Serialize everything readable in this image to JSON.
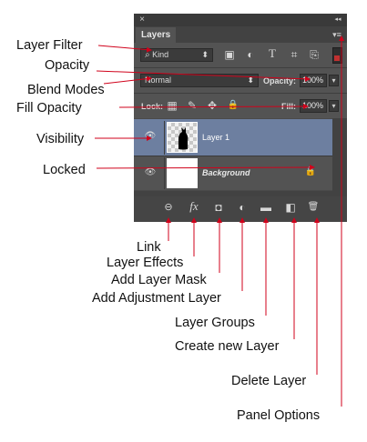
{
  "panel": {
    "close_glyph": "×",
    "collapse_glyph": "◂◂",
    "tab_label": "Layers",
    "menu_glyph": "▾≡",
    "filter": {
      "value": "Kind",
      "search_glyph": "⌕",
      "stepper_glyph": "⬍"
    },
    "filter_icons": [
      "▣",
      "◐",
      "T",
      "⌗",
      "⎘"
    ],
    "blend": {
      "value": "Normal",
      "stepper_glyph": "⬍"
    },
    "opacity": {
      "label": "Opacity:",
      "value": "100%",
      "arrow_glyph": "▾"
    },
    "lock": {
      "label": "Lock:",
      "icons": [
        "▦",
        "✎",
        "✥",
        "🔒"
      ]
    },
    "fill": {
      "label": "Fill:",
      "value": "100%",
      "arrow_glyph": "▾"
    },
    "layers": [
      {
        "name": "Layer 1",
        "eye_glyph": "👁",
        "selected": true
      },
      {
        "name": "Background",
        "eye_glyph": "👁",
        "lock_glyph": "🔒",
        "selected": false
      }
    ],
    "bottom_icons": {
      "link": "⊖",
      "fx": "fx",
      "mask": "◘",
      "adjust": "◐",
      "group": "▬",
      "new": "◧",
      "delete": "🗑"
    },
    "colors": {
      "panel": "#535353",
      "selected_row": "#6d7fa0",
      "dark_bar": "#3a3a3a",
      "arrow": "#d0021b"
    }
  },
  "annotations": {
    "layer_filter": "Layer Filter",
    "opacity": "Opacity",
    "blend_modes": "Blend Modes",
    "fill_opacity": "Fill Opacity",
    "visibility": "Visibility",
    "locked": "Locked",
    "link": "Link",
    "layer_effects": "Layer Effects",
    "add_layer_mask": "Add Layer Mask",
    "add_adjustment_layer": "Add Adjustment Layer",
    "layer_groups": "Layer Groups",
    "create_new_layer": "Create new Layer",
    "delete_layer": "Delete Layer",
    "panel_options": "Panel Options"
  }
}
